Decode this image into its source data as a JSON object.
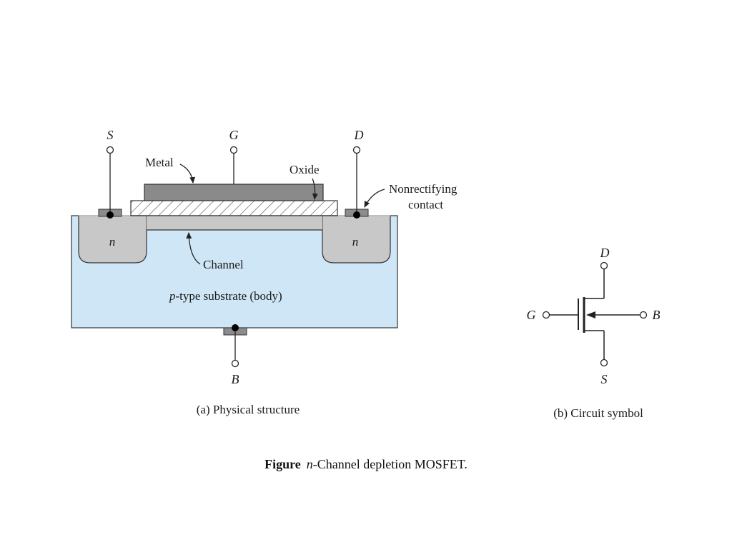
{
  "diagram": {
    "terminals": {
      "source": "S",
      "gate": "G",
      "drain": "D",
      "body": "B"
    },
    "labels": {
      "metal": "Metal",
      "oxide": "Oxide",
      "nonrectifying_line1": "Nonrectifying",
      "nonrectifying_line2": "contact",
      "n_region": "n",
      "channel": "Channel",
      "substrate_p": "p",
      "substrate_rest": "-type substrate (body)"
    },
    "subcaption_a": "(a) Physical structure",
    "subcaption_b": "(b) Circuit symbol",
    "caption": {
      "label": "Figure",
      "n": "n",
      "rest": "-Channel depletion MOSFET."
    },
    "colors": {
      "substrate": "#cfe6f6",
      "n_region": "#c8c8c8",
      "metal": "#8a8a8a",
      "contact": "#8c8c8c",
      "oxide_fill": "#ffffff",
      "line": "#222222"
    }
  }
}
